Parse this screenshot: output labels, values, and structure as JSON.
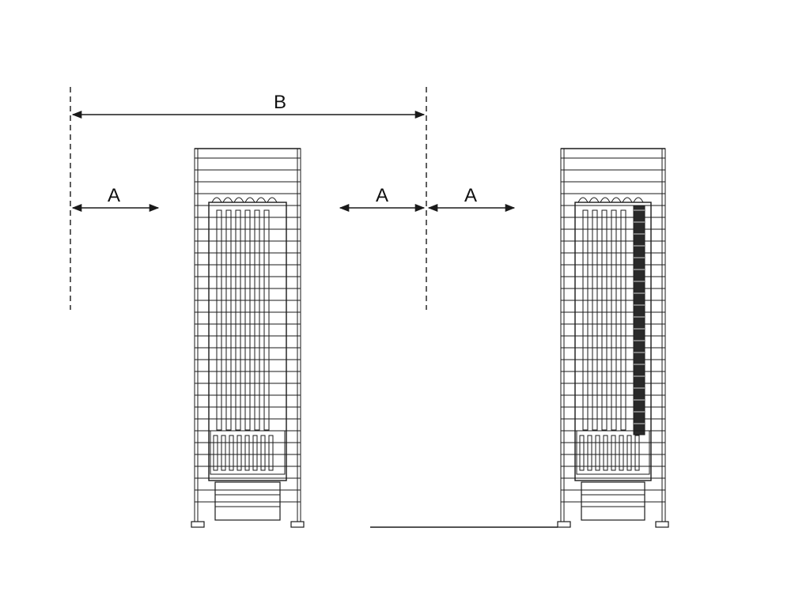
{
  "diagram": {
    "labels": {
      "width_total": "B",
      "clearance_left": "A",
      "clearance_right": "A",
      "clearance_second": "A"
    },
    "colors": {
      "line": "#1a1a1a",
      "background": "#ffffff"
    }
  }
}
